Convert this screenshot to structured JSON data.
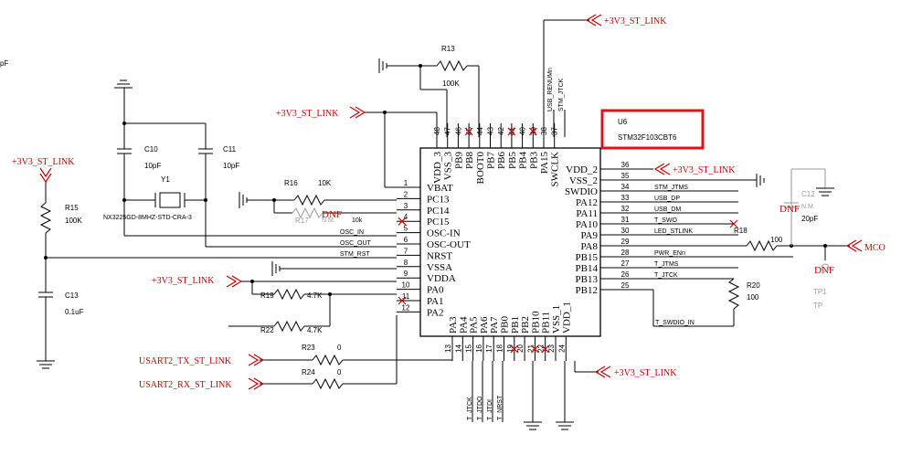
{
  "chip": {
    "ref": "U6",
    "part": "STM32F103CBT6",
    "highlight_color": "#d9141b",
    "left_pins": [
      {
        "num": "1",
        "name": "VBAT"
      },
      {
        "num": "2",
        "name": "PC13"
      },
      {
        "num": "3",
        "name": "PC14"
      },
      {
        "num": "4",
        "name": "PC15"
      },
      {
        "num": "5",
        "name": "OSC-IN"
      },
      {
        "num": "6",
        "name": "OSC-OUT"
      },
      {
        "num": "7",
        "name": "NRST"
      },
      {
        "num": "8",
        "name": "VSSA"
      },
      {
        "num": "9",
        "name": "VDDA"
      },
      {
        "num": "10",
        "name": "PA0"
      },
      {
        "num": "11",
        "name": "PA1"
      },
      {
        "num": "12",
        "name": "PA2"
      }
    ],
    "right_pins": [
      {
        "num": "36",
        "name": "VDD_2"
      },
      {
        "num": "35",
        "name": "VSS_2"
      },
      {
        "num": "34",
        "name": "SWDIO"
      },
      {
        "num": "33",
        "name": "PA12"
      },
      {
        "num": "32",
        "name": "PA11"
      },
      {
        "num": "31",
        "name": "PA10"
      },
      {
        "num": "30",
        "name": "PA9"
      },
      {
        "num": "29",
        "name": "PA8"
      },
      {
        "num": "28",
        "name": "PB15"
      },
      {
        "num": "27",
        "name": "PB14"
      },
      {
        "num": "26",
        "name": "PB13"
      },
      {
        "num": "25",
        "name": "PB12"
      }
    ],
    "top_pins": [
      {
        "num": "48",
        "name": "VDD_3"
      },
      {
        "num": "47",
        "name": "VSS_3"
      },
      {
        "num": "46",
        "name": "PB9"
      },
      {
        "num": "45",
        "name": "PB8"
      },
      {
        "num": "44",
        "name": "BOOT0"
      },
      {
        "num": "43",
        "name": "PB7"
      },
      {
        "num": "42",
        "name": "PB6"
      },
      {
        "num": "41",
        "name": "PB5"
      },
      {
        "num": "40",
        "name": "PB4"
      },
      {
        "num": "39",
        "name": "PB3"
      },
      {
        "num": "38",
        "name": "PA15"
      },
      {
        "num": "37",
        "name": "SWCLK"
      }
    ],
    "bottom_pins": [
      {
        "num": "13",
        "name": "PA3"
      },
      {
        "num": "14",
        "name": "PA4"
      },
      {
        "num": "15",
        "name": "PA5"
      },
      {
        "num": "16",
        "name": "PA6"
      },
      {
        "num": "17",
        "name": "PA7"
      },
      {
        "num": "18",
        "name": "PB0"
      },
      {
        "num": "19",
        "name": "PB1"
      },
      {
        "num": "20",
        "name": "PB2"
      },
      {
        "num": "21",
        "name": "PB10"
      },
      {
        "num": "22",
        "name": "PB11"
      },
      {
        "num": "23",
        "name": "VSS_1"
      },
      {
        "num": "24",
        "name": "VDD_1"
      }
    ]
  },
  "components": {
    "r13": {
      "ref": "R13",
      "value": "100K"
    },
    "r15": {
      "ref": "R15",
      "value": "100K"
    },
    "r16": {
      "ref": "R16",
      "value": "10K"
    },
    "r17": {
      "ref": "R17",
      "value": "10k"
    },
    "r17_nm": "N.M.",
    "r18": {
      "ref": "R18",
      "value": "100"
    },
    "r19": {
      "ref": "R19",
      "value": "4.7K"
    },
    "r20": {
      "ref": "R20",
      "value": "100"
    },
    "r22": {
      "ref": "R22",
      "value": "4.7K"
    },
    "r23": {
      "ref": "R23",
      "value": "0"
    },
    "r24": {
      "ref": "R24",
      "value": "0"
    },
    "c10": {
      "ref": "C10",
      "value": "10pF"
    },
    "c11": {
      "ref": "C11",
      "value": "10pF"
    },
    "c12": {
      "ref": "C12",
      "value": "20pF"
    },
    "c12_nm": "N.M.",
    "c13": {
      "ref": "C13",
      "value": "0.1uF"
    },
    "y1": {
      "ref": "Y1",
      "value": "NX3225GD-8MHZ-STD-CRA-3"
    },
    "tp1": {
      "ref": "TP1",
      "value": "TP"
    }
  },
  "nets": {
    "v3_top": "+3V3_ST_LINK",
    "v3_left_top": "+3V3_ST_LINK",
    "v3_left_mid": "+3V3_ST_LINK",
    "v3_left_vdda": "+3V3_ST_LINK",
    "v3_right": "+3V3_ST_LINK",
    "v3_bottom": "+3V3_ST_LINK",
    "usart_tx": "USART2_TX_ST_LINK",
    "usart_rx": "USART2_RX_ST_LINK",
    "mco": "MCO",
    "dnf1": "DNF",
    "dnf2": "DNF",
    "dnf3": "DNF",
    "osc_in": "OSC_IN",
    "osc_out": "OSC_OUT",
    "stm_rst": "STM_RST",
    "stm_jtms_34": "STM_JTMS",
    "usb_dp": "USB_DP",
    "usb_dm": "USB_DM",
    "t_swo": "T_SWO",
    "led_stlink": "LED_STLINK",
    "pwr_enn": "PWR_ENn",
    "t_jtms_27": "T_JTMS",
    "t_jtck_26": "T_JTCK",
    "t_swdio_in": "T_SWDIO_IN",
    "usb_renum": "USB_RENUMn",
    "stm_jtck": "STM_JTCK",
    "b_jtck": "T_JTCK",
    "b_jtdo": "T_JTDO",
    "b_jtdi": "T_JTDI",
    "b_nrst": "T_NRST"
  },
  "edge_label": "pF"
}
